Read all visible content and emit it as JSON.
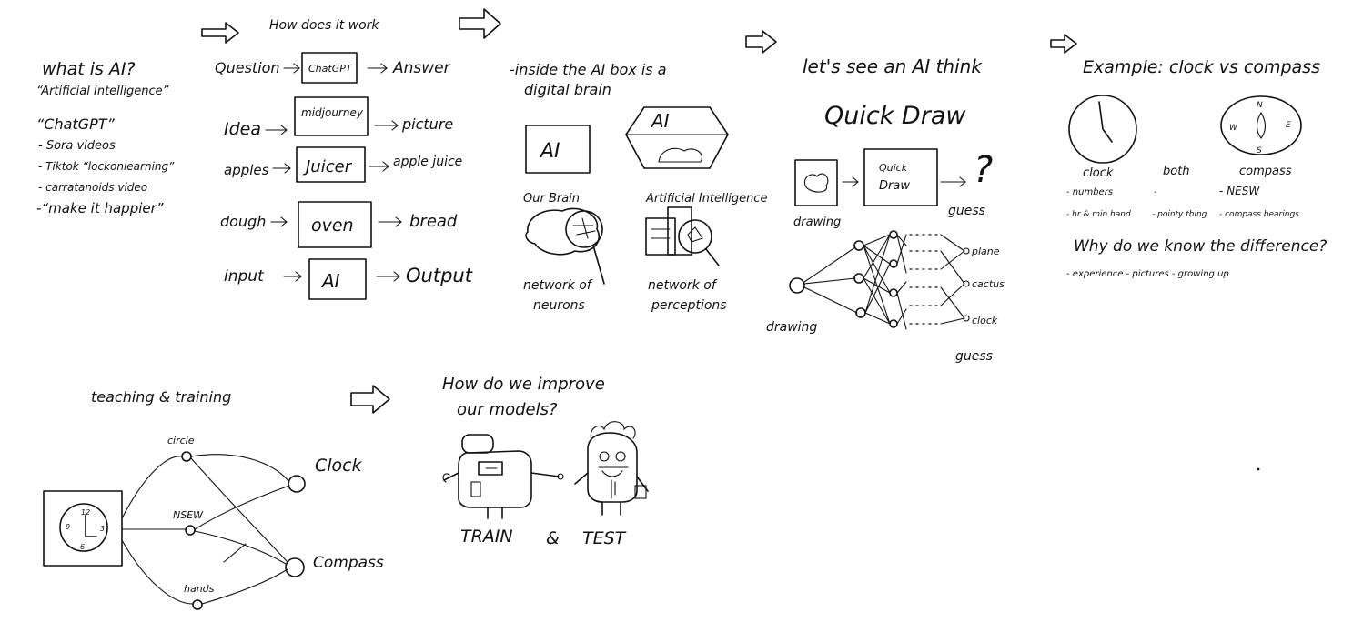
{
  "what_is_ai": {
    "title": "what is AI?",
    "acronym": "“Artificial Intelligence”",
    "chatgpt": "“ChatGPT”",
    "bullets": [
      "- Sora videos",
      "- Tiktok  “lockonlearning”",
      "- carratanoids video",
      "-“make it happier”"
    ]
  },
  "how_it_works": {
    "title": "How does it work",
    "rows": [
      {
        "input": "Question",
        "box": "ChatGPT",
        "output": "Answer"
      },
      {
        "input": "Idea",
        "box": "midjourney",
        "output": "picture"
      },
      {
        "input": "apples",
        "box": "Juicer",
        "output": "apple juice"
      },
      {
        "input": "dough",
        "box": "oven",
        "output": "bread"
      },
      {
        "input": "input",
        "box": "AI",
        "output": "Output"
      }
    ]
  },
  "digital_brain": {
    "title_line1": "-inside the AI box is a",
    "title_line2": "digital brain",
    "ai_box": "AI",
    "ai_box2": "AI",
    "our_brain": "Our Brain",
    "artificial": "Artificial Intelligence",
    "network1_line1": "network of",
    "network1_line2": "neurons",
    "network2_line1": "network of",
    "network2_line2": "perceptions"
  },
  "quick_draw": {
    "heading": "let's see an AI think",
    "title": "Quick Draw",
    "box_line1": "Quick",
    "box_line2": "Draw",
    "question": "?",
    "drawing": "drawing",
    "guess": "guess",
    "drawing2": "drawing",
    "guess2": "guess",
    "outputs": [
      "plane",
      "cactus",
      "clock"
    ]
  },
  "example": {
    "title": "Example: clock vs compass",
    "clock_label": "clock",
    "both_label": "both",
    "compass_label": "compass",
    "compass_n": "N",
    "compass_s": "S",
    "compass_w": "W",
    "compass_e": "E",
    "clock_col": [
      "- numbers",
      "- hr & min hand"
    ],
    "both_col": [
      "-",
      "- pointy thing"
    ],
    "compass_col": [
      "- NESW",
      "- compass bearings"
    ],
    "why": "Why do we know the difference?",
    "reasons": "- experience   - pictures   - growing up"
  },
  "teaching": {
    "title": "teaching & training",
    "features": [
      "circle",
      "NSEW",
      "hands"
    ],
    "outputs": [
      "Clock",
      "Compass"
    ],
    "clock_numbers": [
      "12",
      "9",
      "3",
      "6"
    ]
  },
  "improve": {
    "title_line1": "How do we improve",
    "title_line2": "our models?",
    "train": "TRAIN",
    "amp": "&",
    "test": "TEST"
  }
}
